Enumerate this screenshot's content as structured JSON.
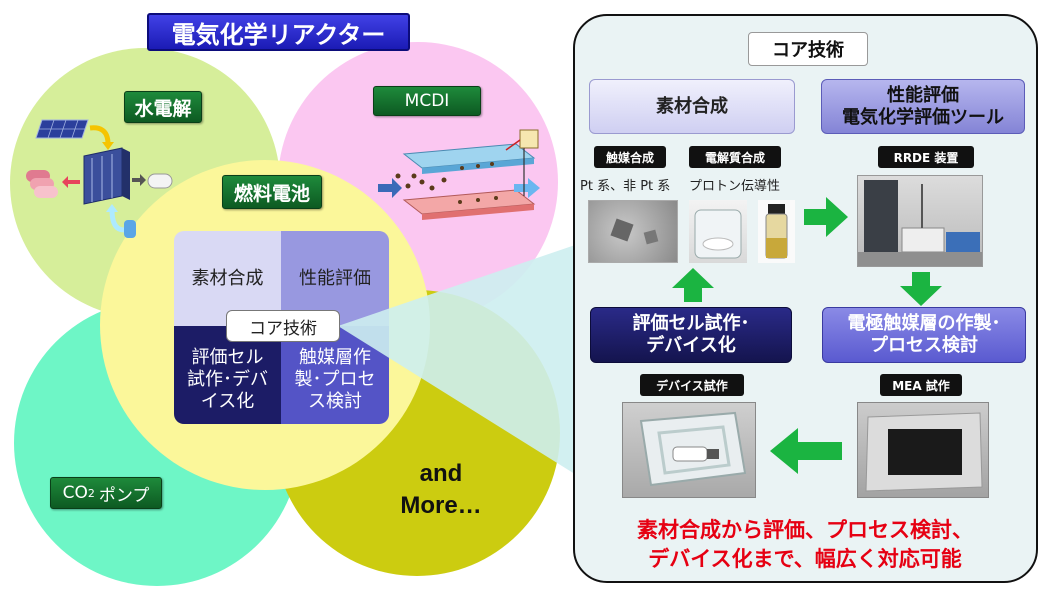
{
  "title": "電気化学リアクター",
  "colors": {
    "circle_green": "#d6ee9a",
    "circle_pink": "#fbc7f1",
    "circle_yellow": "#fbf79a",
    "circle_teal": "#6ef6c6",
    "circle_olive": "#cccc10",
    "green_label": "#146e2e",
    "navy": "#1c1c66",
    "lavender": "#9898e0",
    "pale_lavender": "#d9d9f4",
    "arrow_green": "#1bb441",
    "red_text": "#e60012"
  },
  "circles": {
    "water": "水電解",
    "mcdi": "MCDI",
    "fuel_cell": "燃料電池",
    "co2_pump": {
      "pre": "CO",
      "sub": "2",
      "post": "ポンプ"
    },
    "more_line1": "and",
    "more_line2": "More…"
  },
  "quadrants": {
    "top_left": "素材合成",
    "top_right": "性能評価",
    "bottom_left": "評価セル\n試作･デバ\nイス化",
    "bottom_right": "触媒層作\n製･プロセ\nス検討",
    "center": "コア技術"
  },
  "panel": {
    "title": "コア技術",
    "material_box": "素材合成",
    "perf_box": "性能評価\n電気化学評価ツール",
    "catalyst_tag": "触媒合成",
    "catalyst_caption": "Pt 系、非 Pt 系",
    "electrolyte_tag": "電解質合成",
    "electrolyte_caption": "プロトン伝導性",
    "rrde_tag": "RRDE 装置",
    "cell_box": "評価セル試作･\nデバイス化",
    "electrode_box": "電極触媒層の作製･\nプロセス検討",
    "device_tag": "デバイス試作",
    "mea_tag": "MEA 試作",
    "footer_line1": "素材合成から評価、プロセス検討、",
    "footer_line2": "デバイス化まで、幅広く対応可能"
  }
}
